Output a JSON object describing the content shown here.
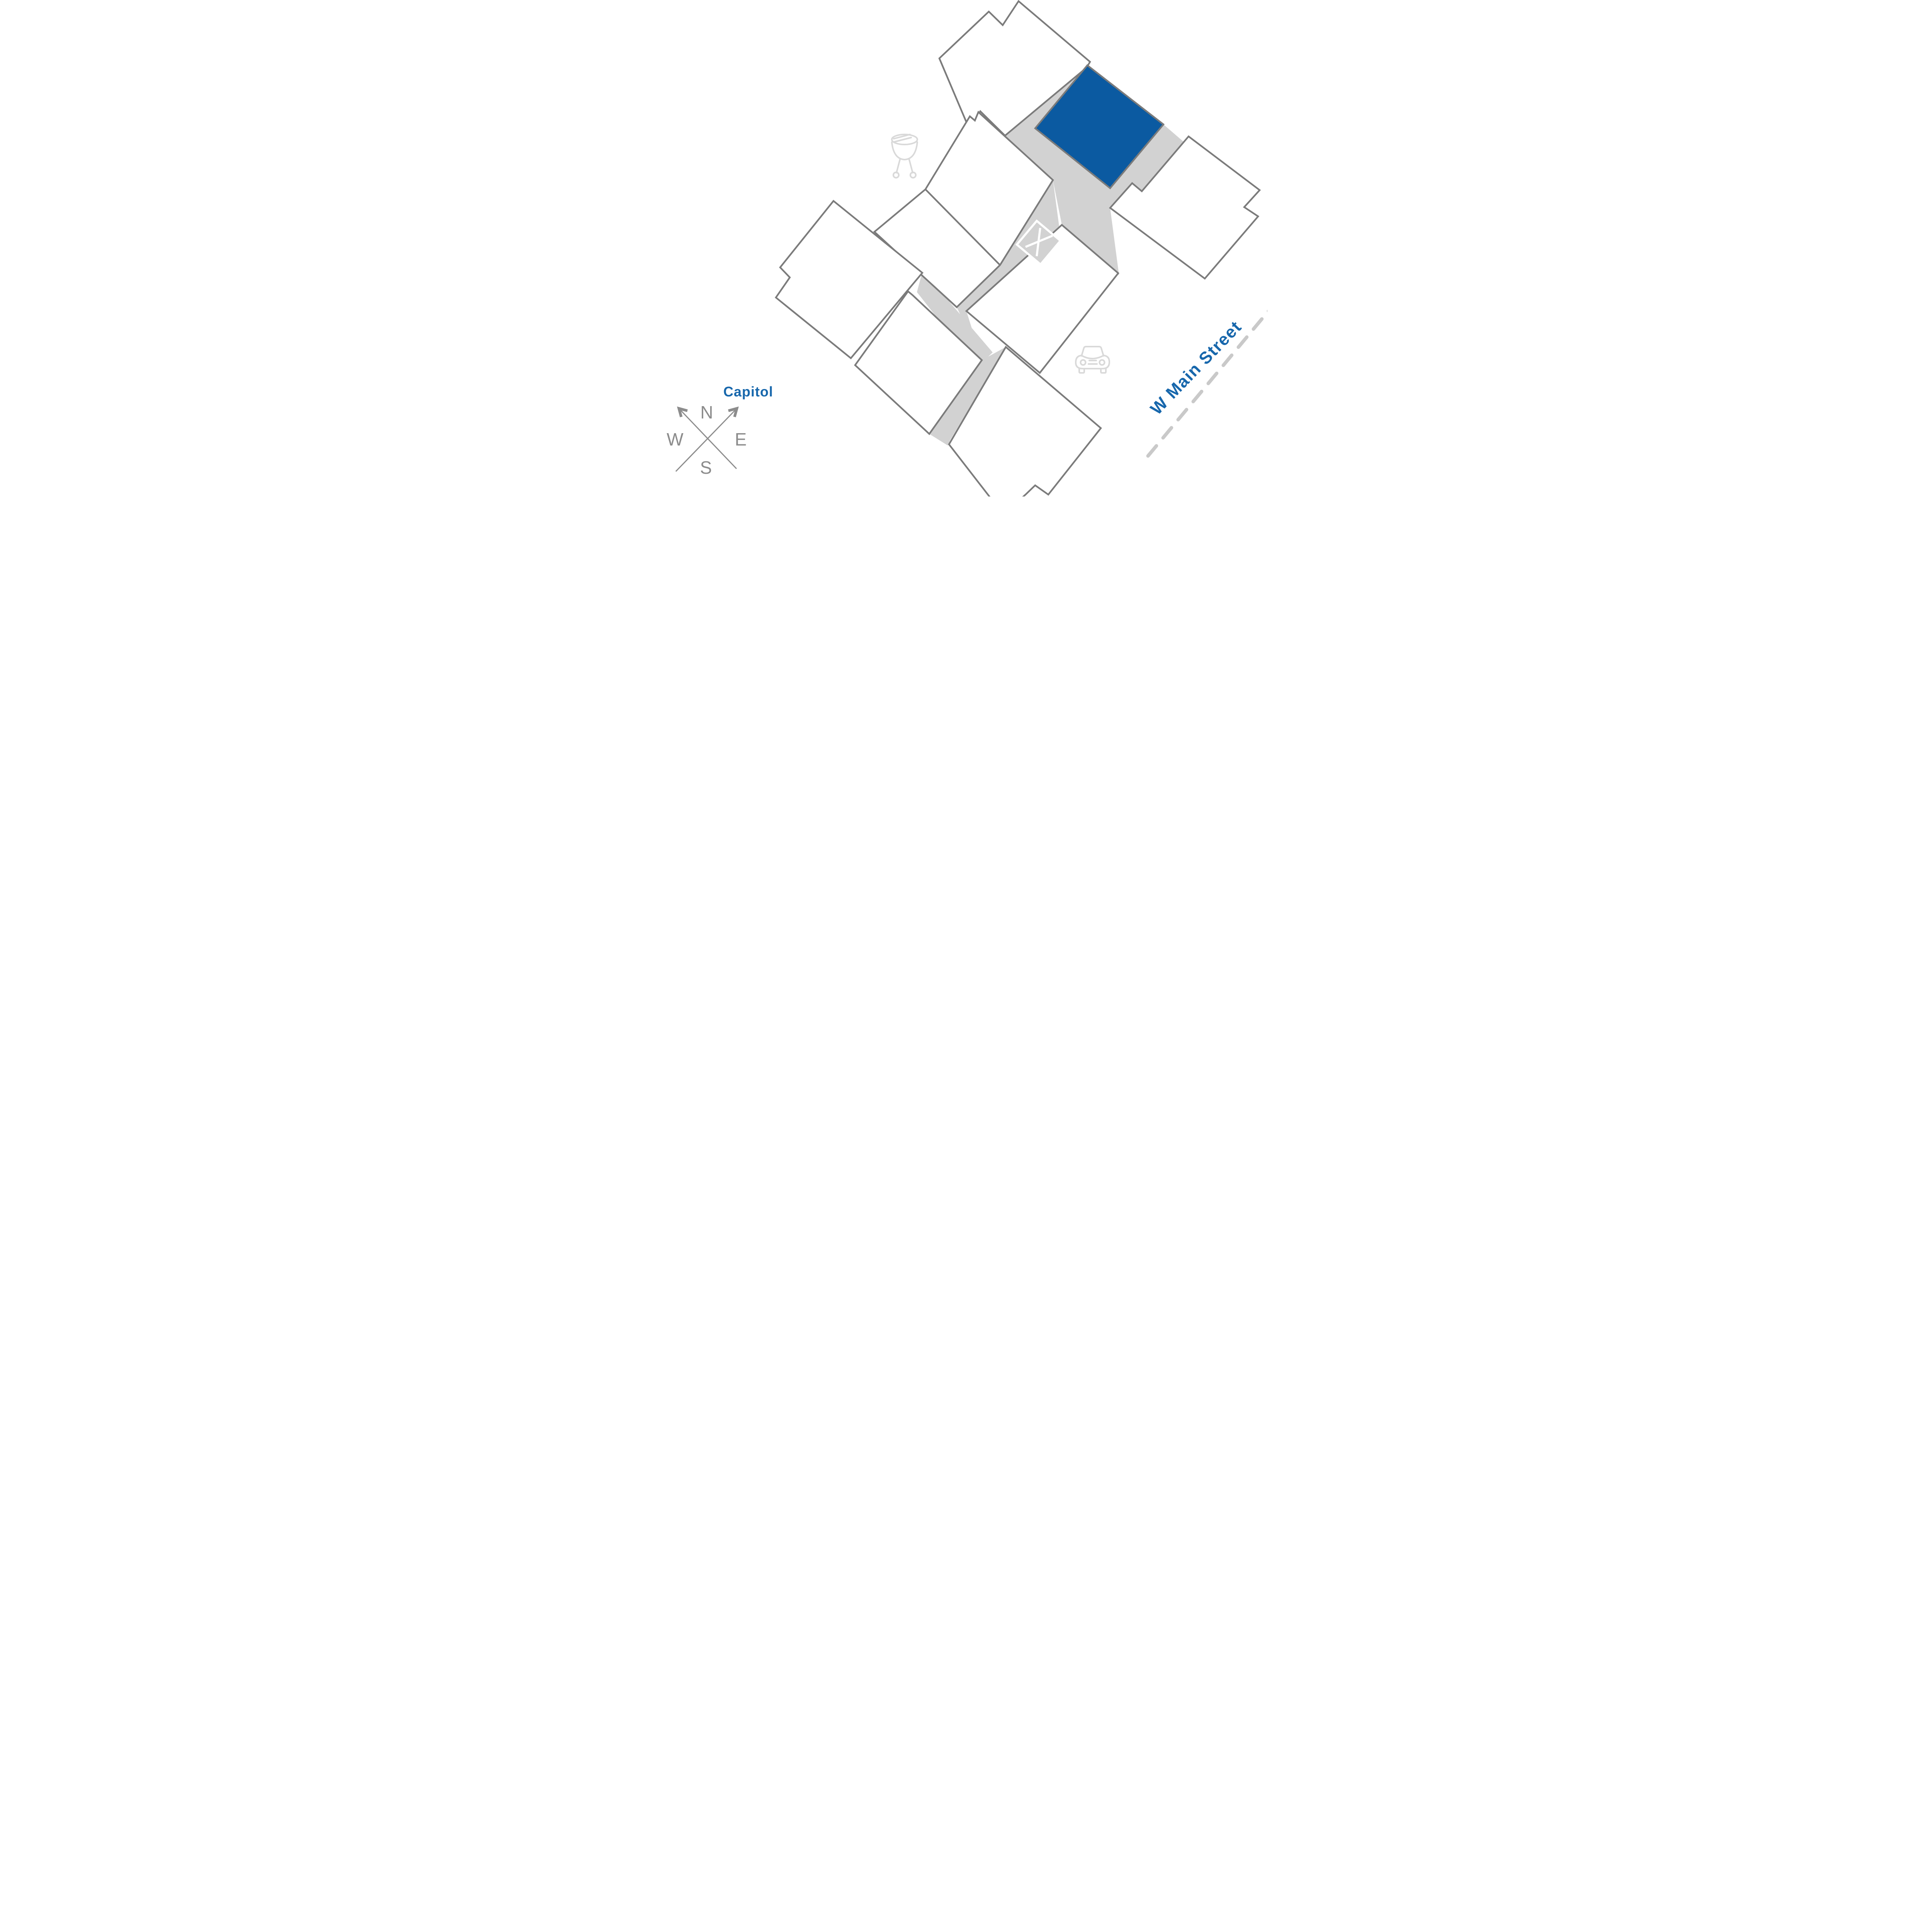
{
  "map": {
    "street_label": "W Main Street",
    "landmark_label": "Capitol",
    "compass": {
      "north": "N",
      "east": "E",
      "south": "S",
      "west": "W"
    },
    "icons": [
      "bbq-grill-icon",
      "car-icon",
      "x-marker-icon",
      "compass-rose-icon"
    ],
    "highlighted_units": 1,
    "marker_symbol": "X"
  },
  "colors": {
    "background": "#ffffff",
    "accent_blue": "#0b5aa1",
    "label_blue": "#1767ac",
    "path_gray": "#d2d2d2",
    "outline_gray": "#7b7b7b",
    "icon_gray": "#d9d9d9",
    "compass_gray": "#8c8c8c",
    "dash_gray": "#c9c9c9",
    "building_white": "#ffffff",
    "marker_white": "#ffffff"
  }
}
